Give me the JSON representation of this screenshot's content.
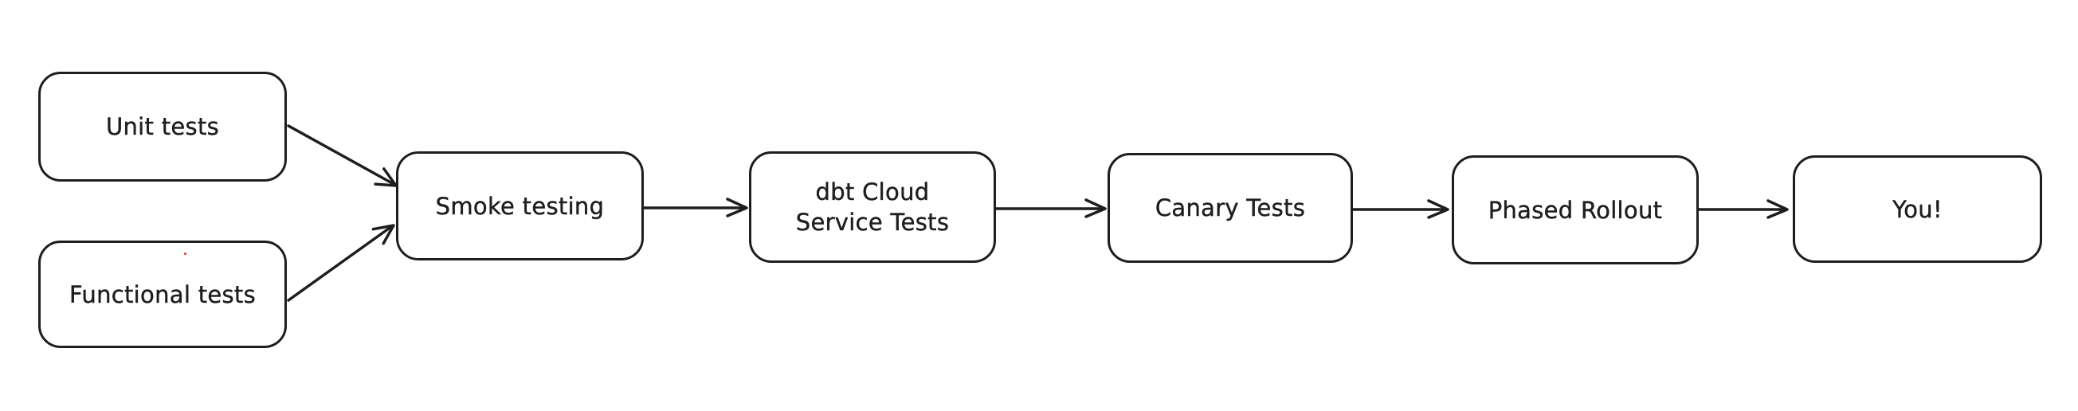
{
  "diagram": {
    "type": "flowchart",
    "background_color": "#ffffff",
    "stroke_color": "#1e1e1e",
    "node_fill_color": "#ffffff",
    "artifact_dot_color": "#e03131",
    "nodes": [
      {
        "id": "unit-tests",
        "label": "Unit tests"
      },
      {
        "id": "functional-tests",
        "label": "Functional tests"
      },
      {
        "id": "smoke-testing",
        "label": "Smoke testing"
      },
      {
        "id": "dbt-cloud-service-tests",
        "label": "dbt Cloud\nService Tests"
      },
      {
        "id": "canary-tests",
        "label": "Canary Tests"
      },
      {
        "id": "phased-rollout",
        "label": "Phased Rollout"
      },
      {
        "id": "you",
        "label": "You!"
      }
    ],
    "edges": [
      {
        "from": "unit-tests",
        "to": "smoke-testing"
      },
      {
        "from": "functional-tests",
        "to": "smoke-testing"
      },
      {
        "from": "smoke-testing",
        "to": "dbt-cloud-service-tests"
      },
      {
        "from": "dbt-cloud-service-tests",
        "to": "canary-tests"
      },
      {
        "from": "canary-tests",
        "to": "phased-rollout"
      },
      {
        "from": "phased-rollout",
        "to": "you"
      }
    ]
  }
}
